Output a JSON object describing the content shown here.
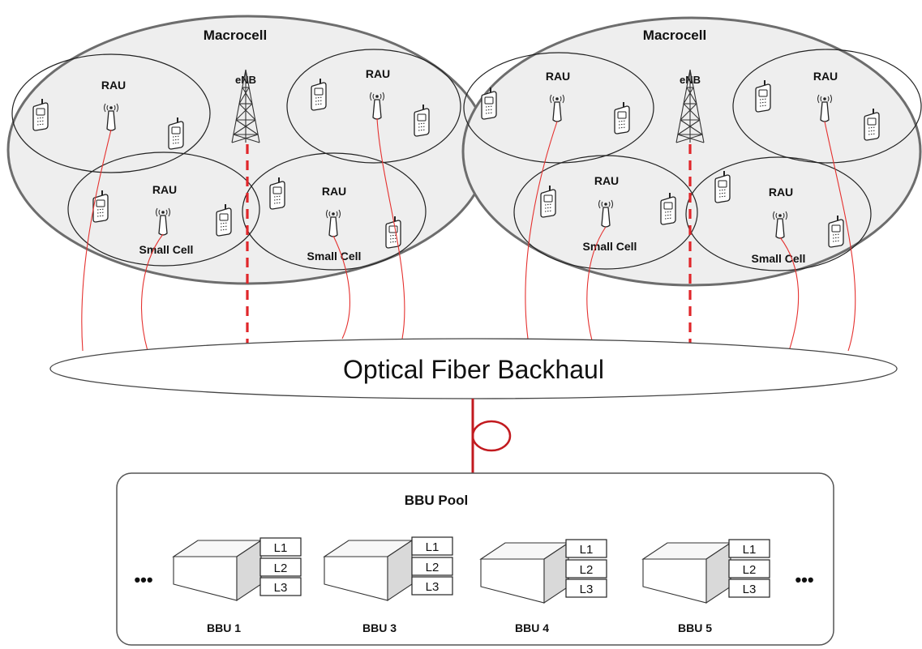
{
  "macrocells": [
    {
      "label": "Macrocell",
      "enb_label": "eNB"
    },
    {
      "label": "Macrocell",
      "enb_label": "eNB"
    }
  ],
  "rau_label": "RAU",
  "small_cell_label": "Small Cell",
  "backhaul_label": "Optical Fiber Backhaul",
  "pool": {
    "title": "BBU Pool",
    "ellipsis": "•••",
    "bbus": [
      {
        "label": "BBU 1",
        "layers": [
          "L1",
          "L2",
          "L3"
        ]
      },
      {
        "label": "BBU 3",
        "layers": [
          "L1",
          "L2",
          "L3"
        ]
      },
      {
        "label": "BBU 4",
        "layers": [
          "L1",
          "L2",
          "L3"
        ]
      },
      {
        "label": "BBU 5",
        "layers": [
          "L1",
          "L2",
          "L3"
        ]
      }
    ]
  },
  "colors": {
    "fiber": "#e5312f",
    "macrocell_fill": "#eeeeee",
    "link": "#c21a1f"
  }
}
